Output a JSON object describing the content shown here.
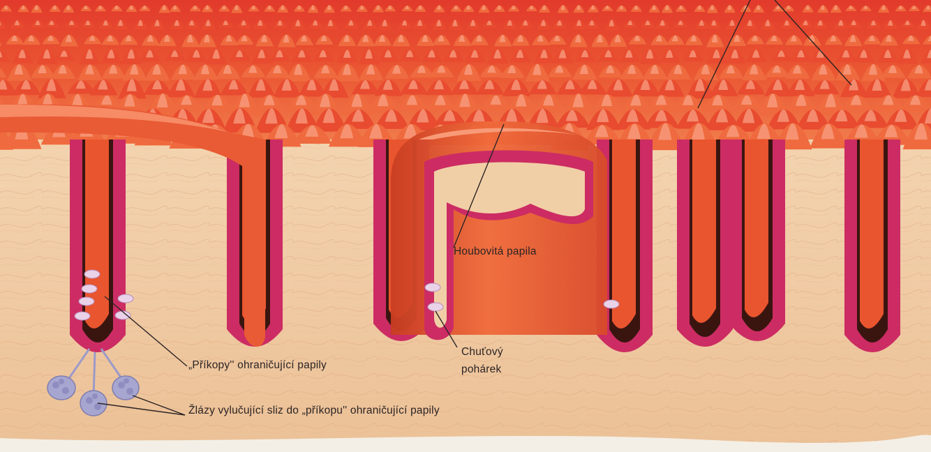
{
  "labels": {
    "houbovita_papila": "Houbovitá papila",
    "chutovy_pohar_line1": "Chuťový",
    "chutovy_pohar_line2": "pohárek",
    "prikopy": "„Příkopy'' ohraničující papily",
    "zlazy": "Žlázy vylučující sliz do „příkopu'' ohraničující papily"
  },
  "colors": {
    "background": "#f3efe6",
    "tissue": "#f1cfa6",
    "tissue_dark": "#e7b98f",
    "epithelium": "#cc2c63",
    "epithelium_light": "#e34b83",
    "surface": "#e9552e",
    "surface_light": "#f7846a",
    "gland": "#a7a6d0",
    "taste_bud": "#ead2e8",
    "leader_line": "#2b2424"
  },
  "icons": [
    "filiform-papillae-surface",
    "fungiform-papilla",
    "taste-bud",
    "mucous-gland"
  ]
}
